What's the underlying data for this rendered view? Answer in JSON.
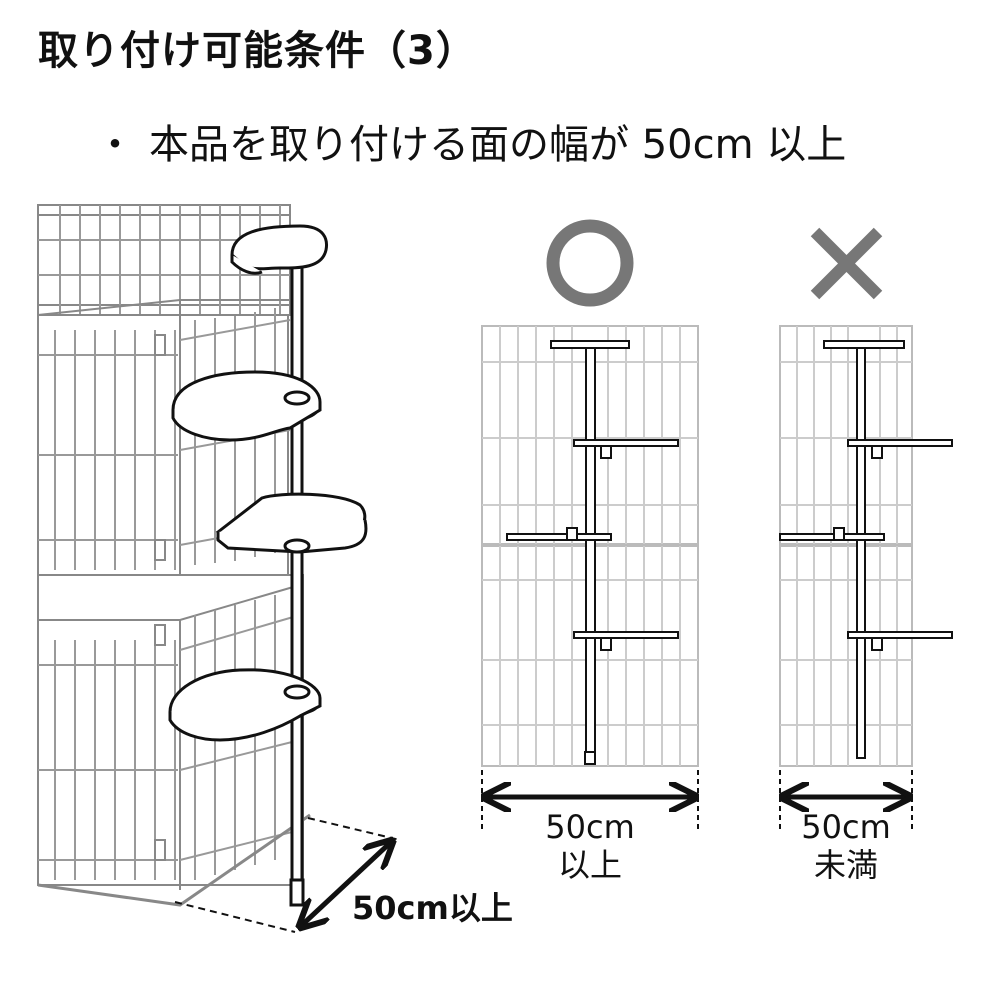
{
  "title": "取り付け可能条件（3）",
  "condition": {
    "bullet": "・",
    "text": "本品を取り付ける面の幅が 50cm 以上"
  },
  "illustration": {
    "depth_label": "50cm以上"
  },
  "ok_panel": {
    "width_label": "50cm",
    "qualifier": "以上"
  },
  "ng_panel": {
    "width_label": "50cm",
    "qualifier": "未満"
  }
}
